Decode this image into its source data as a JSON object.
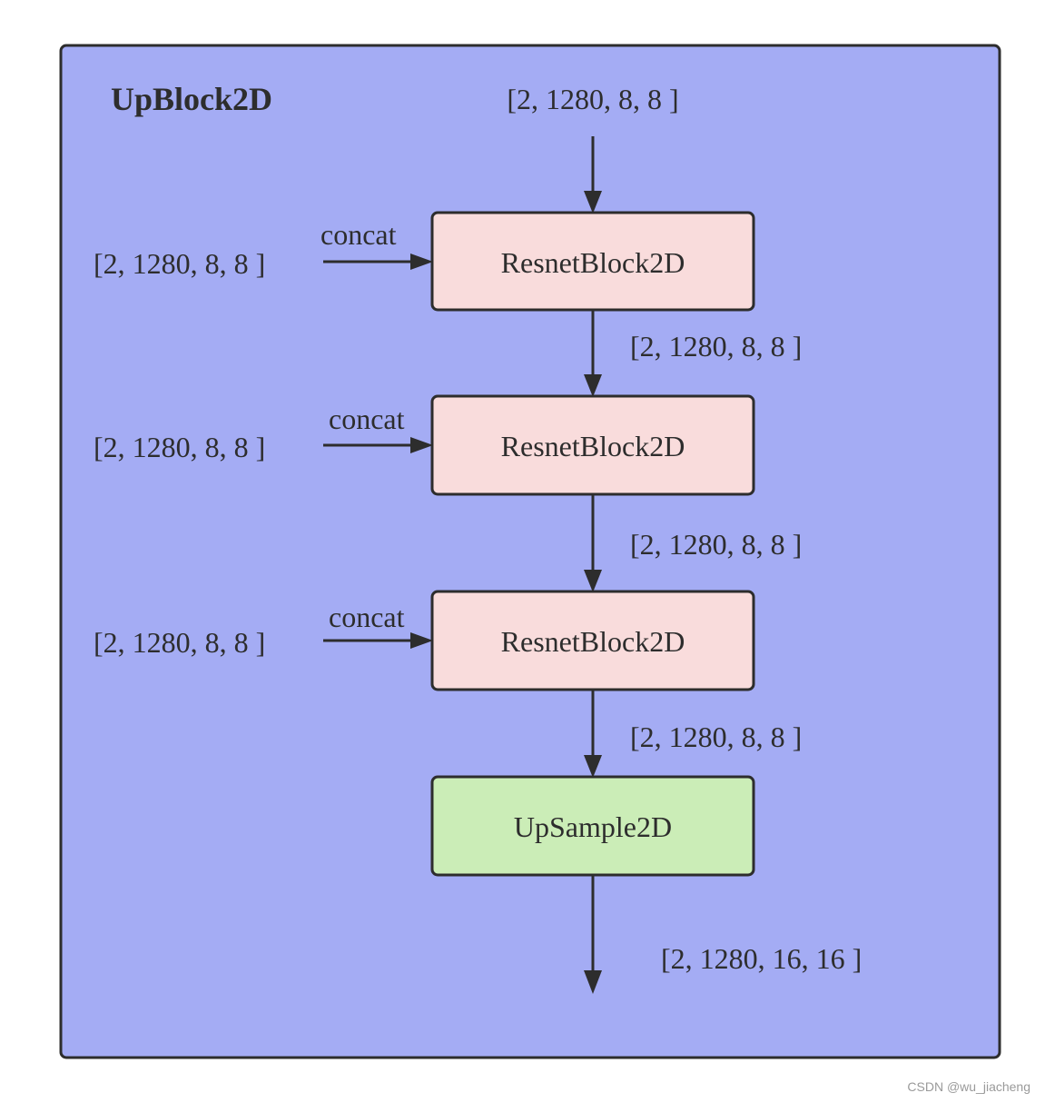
{
  "diagram": {
    "title": "UpBlock2D",
    "input_shape": "[2, 1280, 8, 8 ]",
    "nodes": [
      {
        "id": "resnet-1",
        "label": "ResnetBlock2D",
        "kind": "resnet"
      },
      {
        "id": "resnet-2",
        "label": "ResnetBlock2D",
        "kind": "resnet"
      },
      {
        "id": "resnet-3",
        "label": "ResnetBlock2D",
        "kind": "resnet"
      },
      {
        "id": "upsample",
        "label": "UpSample2D",
        "kind": "upsample"
      }
    ],
    "skip_inputs": [
      {
        "shape": "[2, 1280, 8, 8 ]",
        "edge_label": "concat",
        "target": "resnet-1"
      },
      {
        "shape": "[2, 1280, 8, 8 ]",
        "edge_label": "concat",
        "target": "resnet-2"
      },
      {
        "shape": "[2, 1280, 8, 8 ]",
        "edge_label": "concat",
        "target": "resnet-3"
      }
    ],
    "edges": [
      {
        "from": "resnet-1",
        "to": "resnet-2",
        "label": "[2, 1280, 8, 8 ]"
      },
      {
        "from": "resnet-2",
        "to": "resnet-3",
        "label": "[2, 1280, 8, 8 ]"
      },
      {
        "from": "resnet-3",
        "to": "upsample",
        "label": "[2, 1280, 8, 8 ]"
      }
    ],
    "output_shape": "[2, 1280, 16, 16 ]",
    "colors": {
      "container_fill": "#a4acf4",
      "resnet_fill": "#f9dcdc",
      "upsample_fill": "#cbedb7",
      "stroke": "#2d2d2d"
    }
  },
  "watermark": "CSDN @wu_jiacheng"
}
